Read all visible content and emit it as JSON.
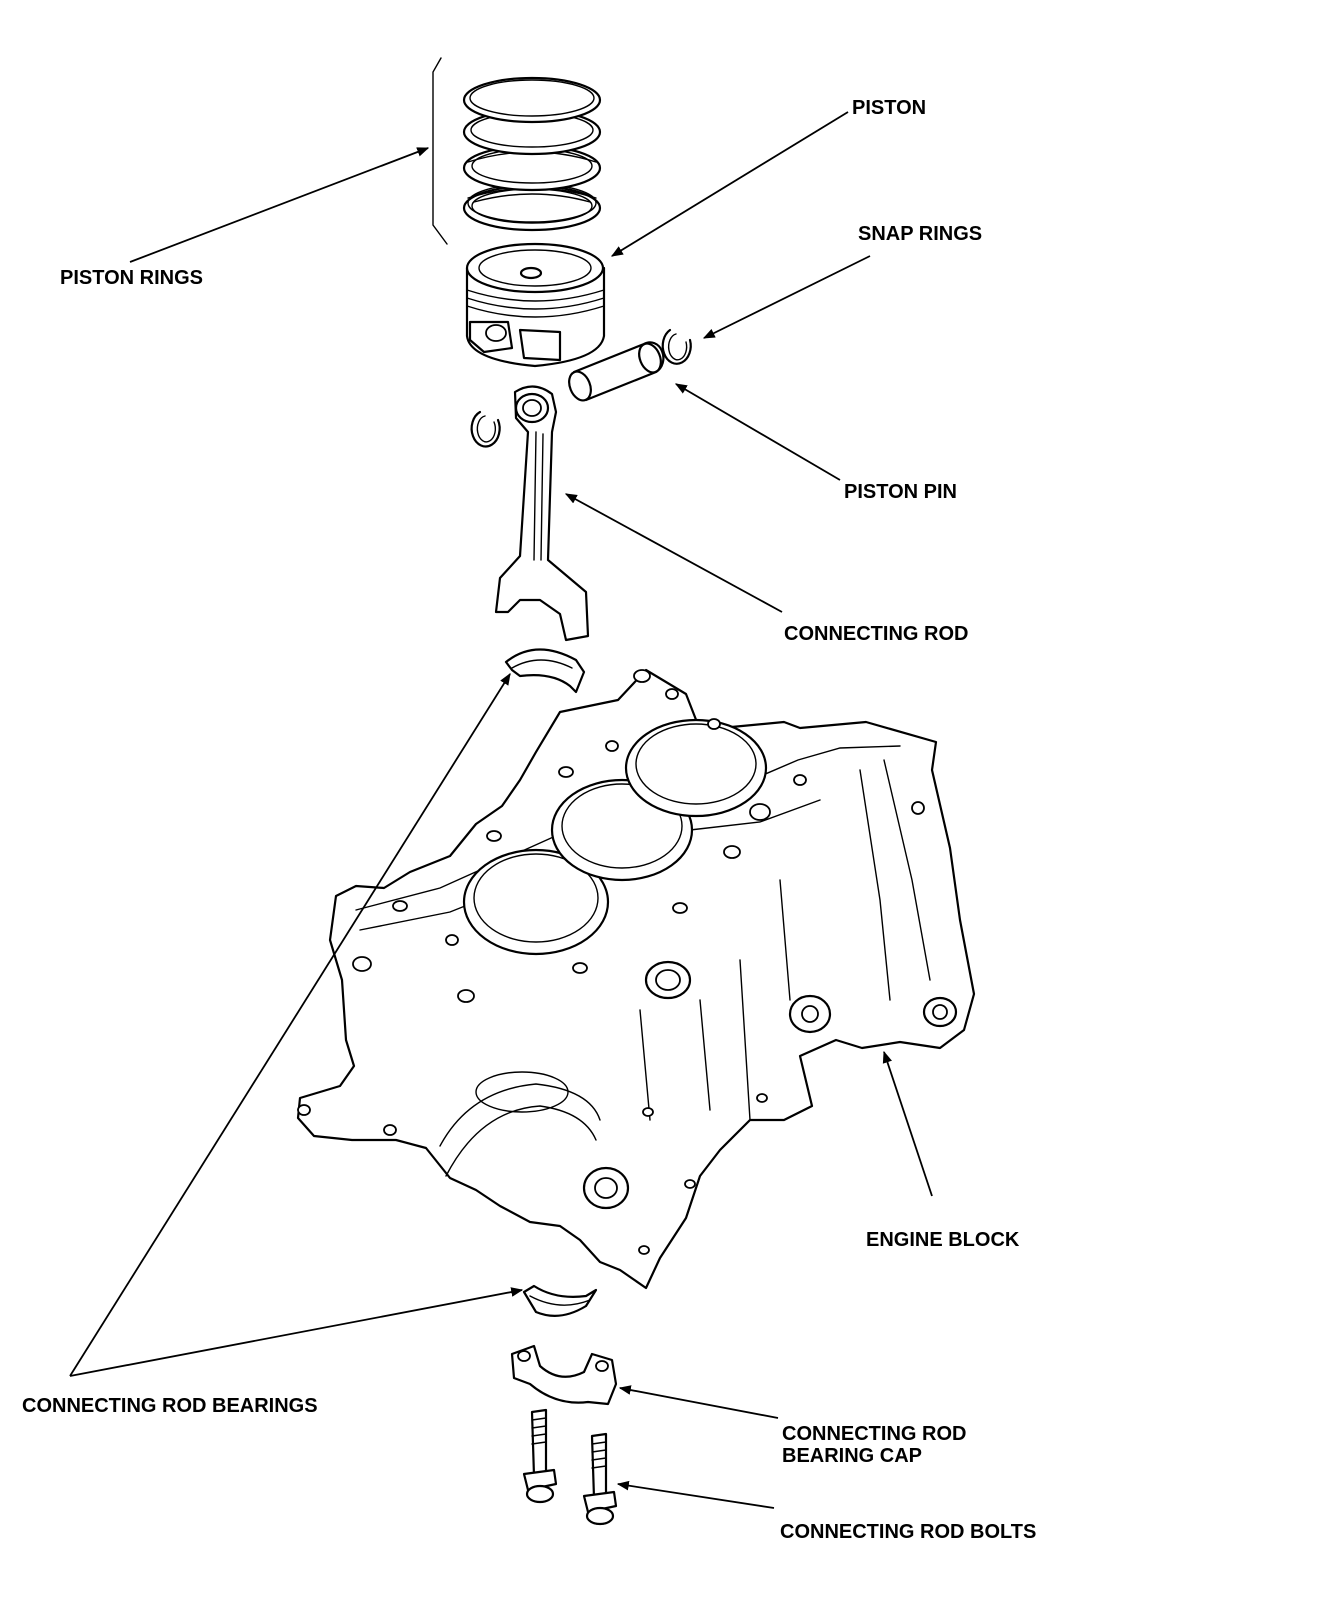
{
  "labels": {
    "piston_rings": "PISTON RINGS",
    "piston": "PISTON",
    "snap_rings": "SNAP RINGS",
    "piston_pin": "PISTON PIN",
    "connecting_rod": "CONNECTING ROD",
    "engine_block": "ENGINE BLOCK",
    "connecting_rod_bearings": "CONNECTING ROD BEARINGS",
    "bearing_cap_line1": "CONNECTING ROD",
    "bearing_cap_line2": "BEARING CAP",
    "connecting_rod_bolts": "CONNECTING ROD BOLTS"
  }
}
